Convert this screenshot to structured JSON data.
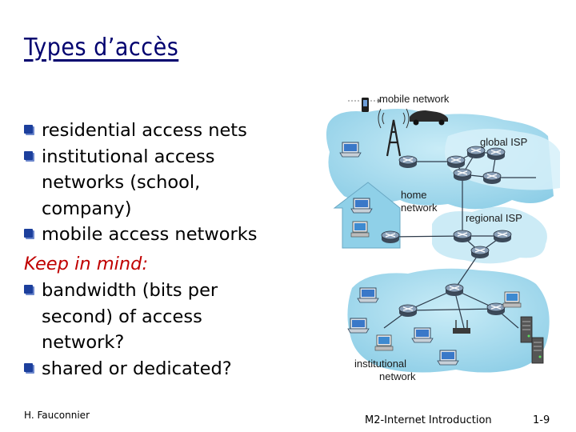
{
  "slide": {
    "title": "Types d’accès",
    "bullets": [
      {
        "lines": [
          "residential access nets"
        ]
      },
      {
        "lines": [
          "institutional access",
          "networks (school,",
          "company)"
        ]
      },
      {
        "lines": [
          "mobile access networks"
        ]
      }
    ],
    "keep_in_mind": "Keep in mind:",
    "bullets2": [
      {
        "lines": [
          "bandwidth (bits per",
          "second) of access",
          "network?"
        ]
      },
      {
        "lines": [
          "shared or dedicated?"
        ]
      }
    ]
  },
  "diagram": {
    "mobile_network": "mobile network",
    "global_isp": "global ISP",
    "home_network": [
      "home",
      "network"
    ],
    "regional_isp": "regional ISP",
    "institutional_network": [
      "institutional",
      "network"
    ]
  },
  "footer": {
    "author": "H. Fauconnier",
    "course": "M2-Internet Introduction",
    "page": "1-9"
  },
  "colors": {
    "title": "#00006f",
    "accent_italic": "#c00000",
    "bullet": "#1c3f9c",
    "cloud": "#93d1e8"
  }
}
